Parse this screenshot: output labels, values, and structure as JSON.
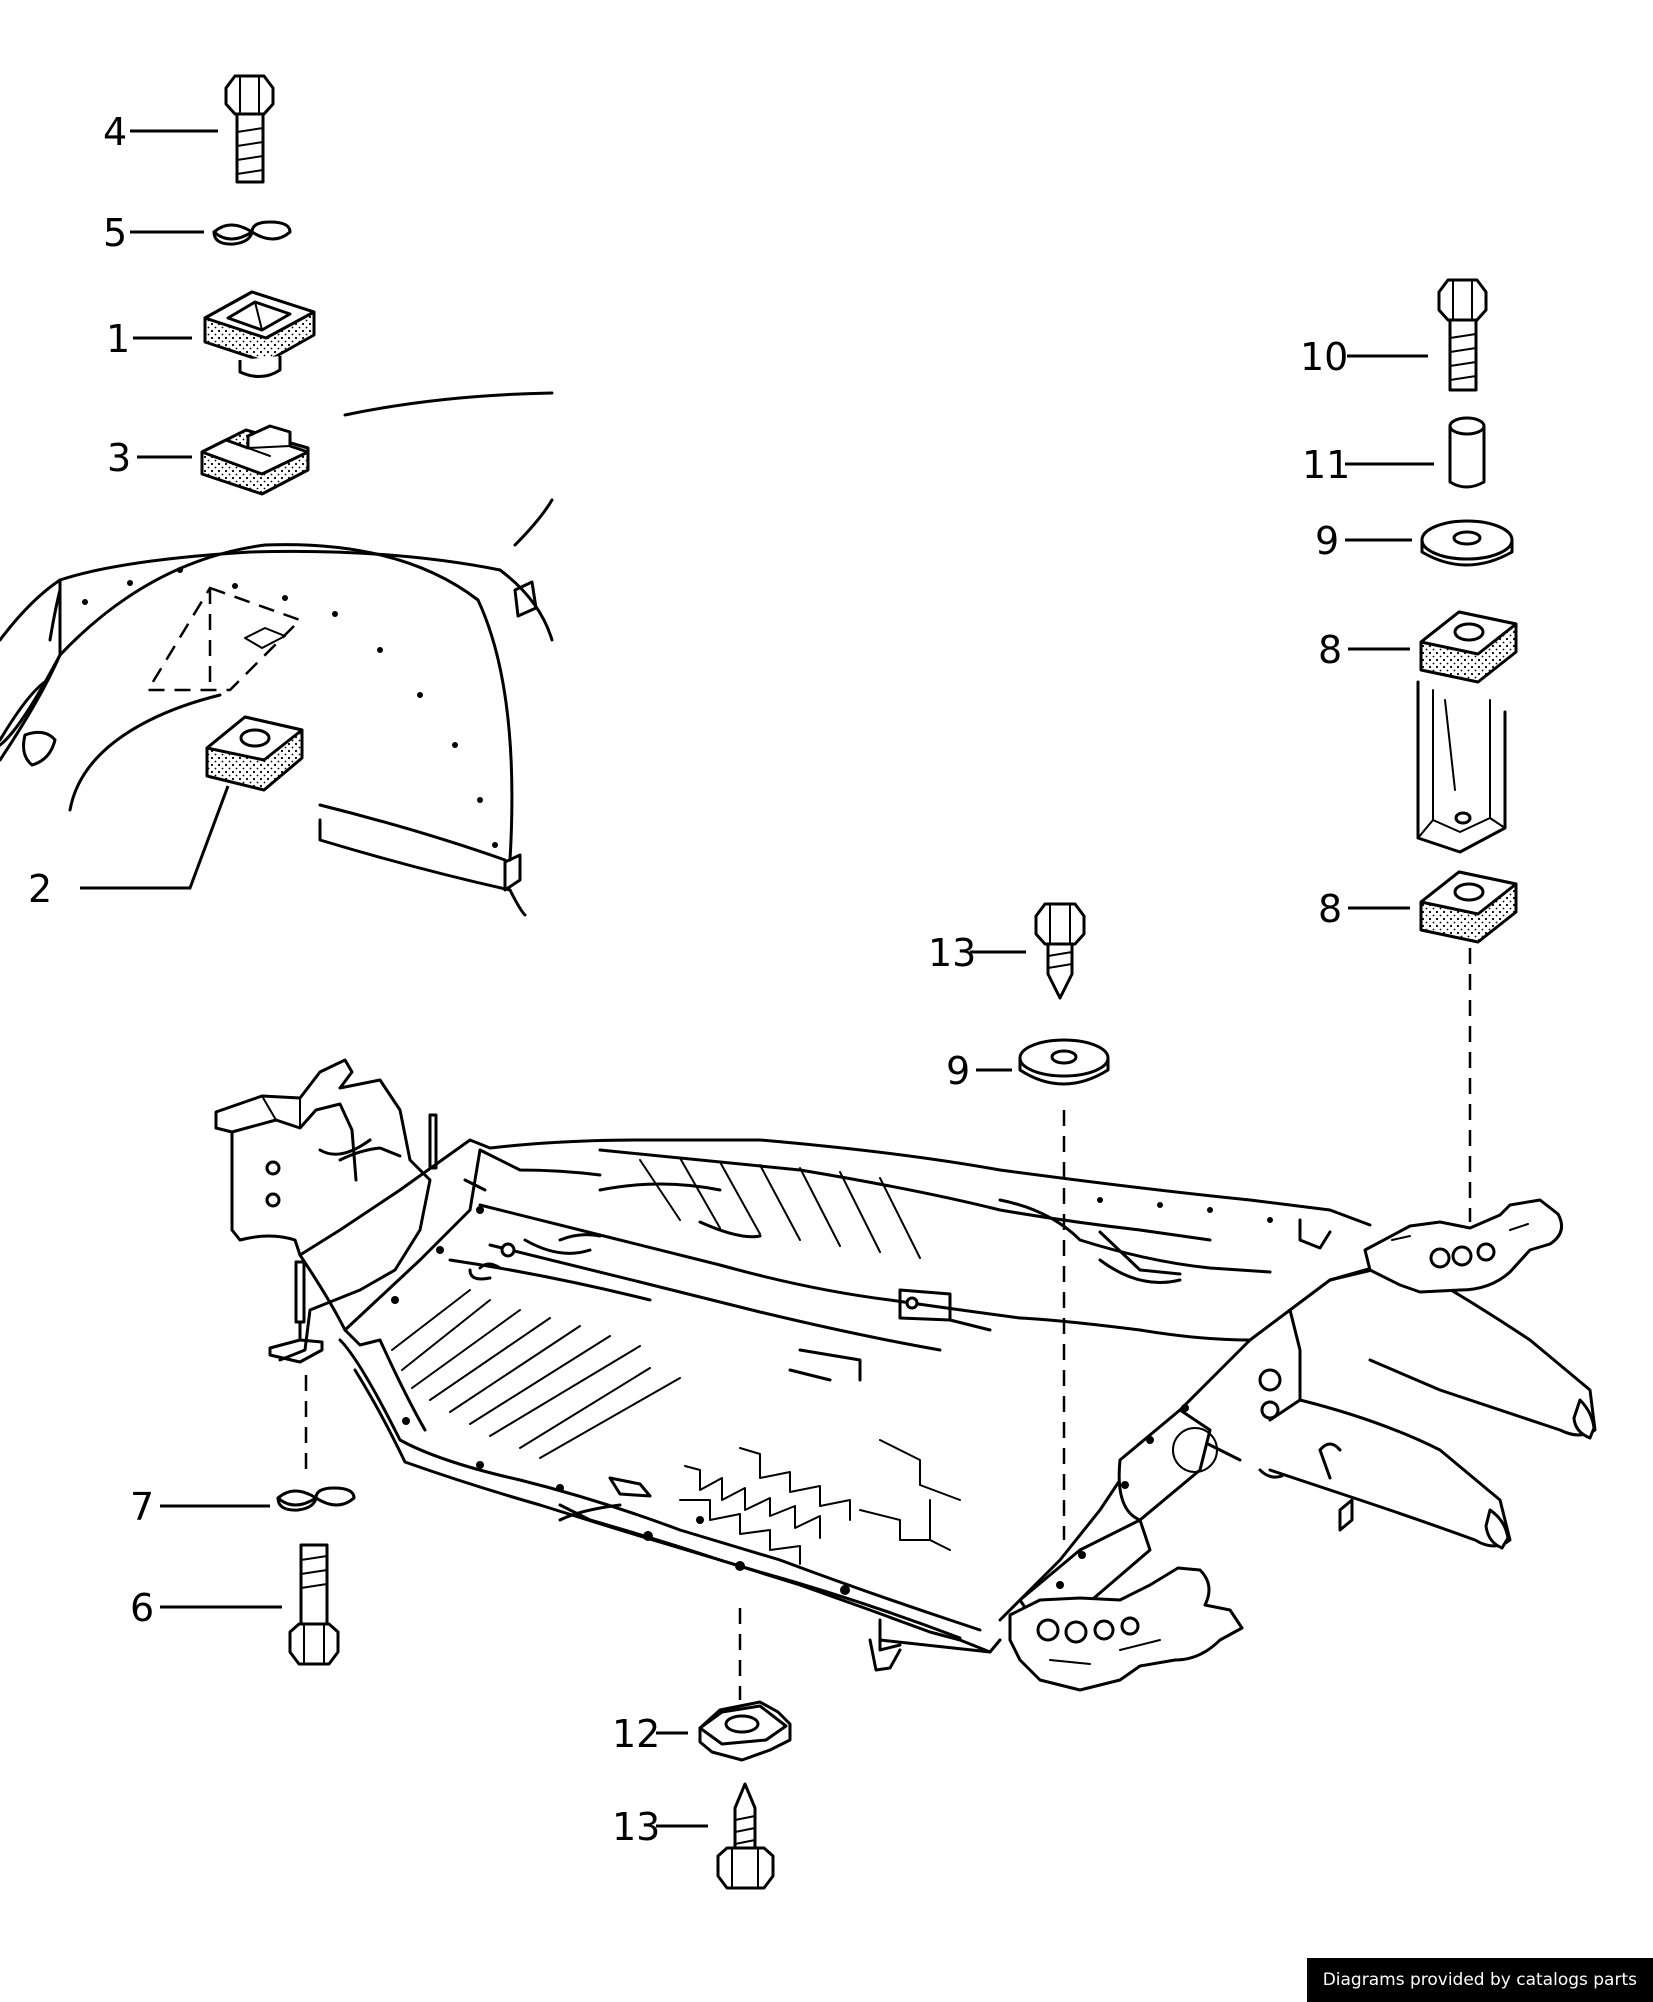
{
  "diagram": {
    "callouts": [
      {
        "key": "c4",
        "label": "4"
      },
      {
        "key": "c5",
        "label": "5"
      },
      {
        "key": "c1",
        "label": "1"
      },
      {
        "key": "c3",
        "label": "3"
      },
      {
        "key": "c2",
        "label": "2"
      },
      {
        "key": "c10",
        "label": "10"
      },
      {
        "key": "c11",
        "label": "11"
      },
      {
        "key": "c9a",
        "label": "9"
      },
      {
        "key": "c8a",
        "label": "8"
      },
      {
        "key": "c8b",
        "label": "8"
      },
      {
        "key": "c13a",
        "label": "13"
      },
      {
        "key": "c9b",
        "label": "9"
      },
      {
        "key": "c7",
        "label": "7"
      },
      {
        "key": "c6",
        "label": "6"
      },
      {
        "key": "c12",
        "label": "12"
      },
      {
        "key": "c13b",
        "label": "13"
      }
    ]
  },
  "credit": "Diagrams provided by catalogs parts"
}
